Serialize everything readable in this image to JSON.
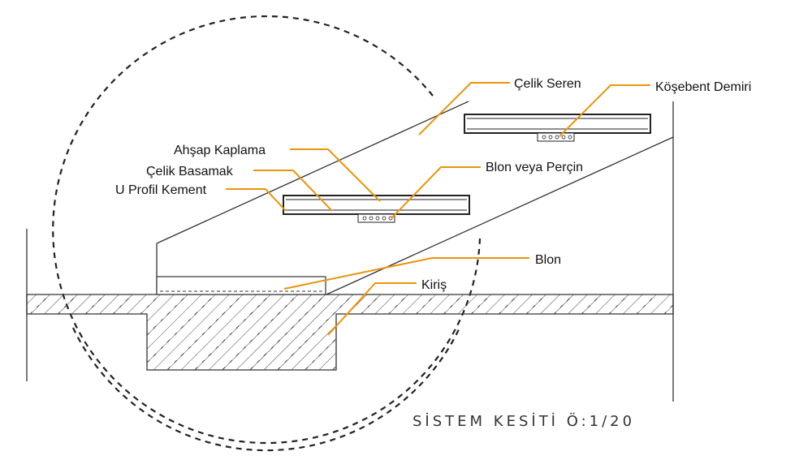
{
  "title": "SİSTEM KESİTİ Ö:1/20",
  "colors": {
    "leader": "#e8950f",
    "line": "#333333",
    "hatch": "#444444",
    "detail_circle": "#222222",
    "background": "#ffffff"
  },
  "labels": {
    "celik_seren": "Çelik Seren",
    "kosebent_demiri": "Köşebent Demiri",
    "ahsap_kaplama": "Ahşap Kaplama",
    "celik_basamak": "Çelik Basamak",
    "blon_veya_percin": "Blon veya Perçin",
    "u_profil_kement": "U Profil Kement",
    "blon": "Blon",
    "kiris": "Kiriş"
  }
}
